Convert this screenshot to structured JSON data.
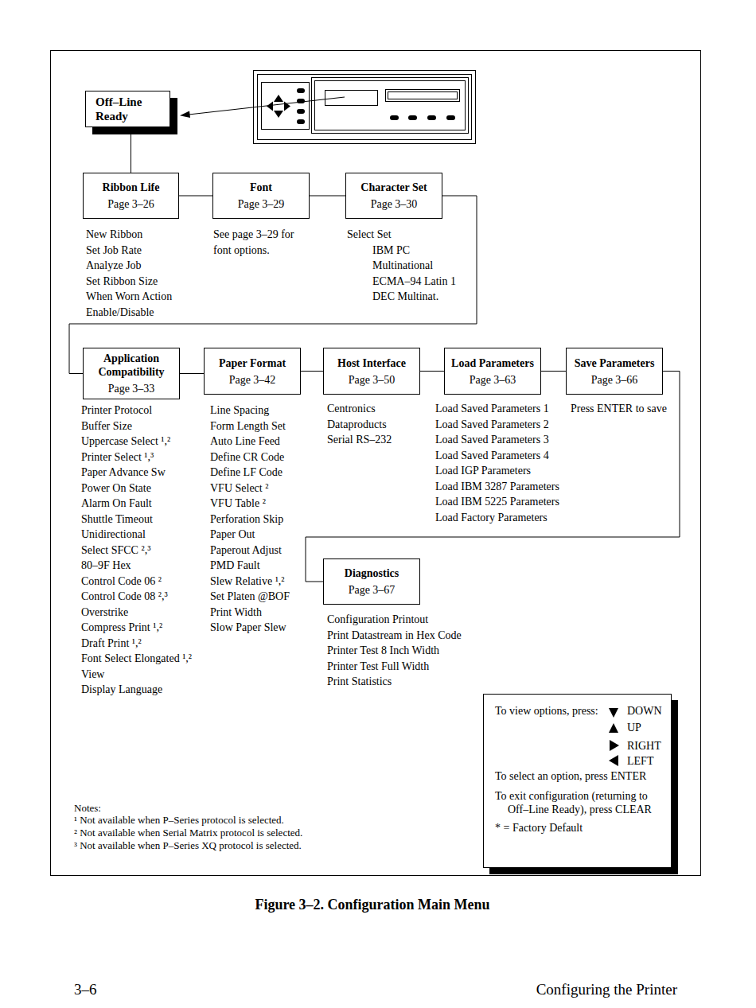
{
  "diagram": {
    "caption": "Figure 3–2. Configuration Main Menu",
    "nodes": [
      {
        "text": [
          "Off–Line Ready"
        ]
      },
      {
        "text": [
          "Ribbon Life",
          "Page 3–26"
        ]
      },
      {
        "text": [
          "Font",
          "Page 3–29"
        ]
      },
      {
        "text": [
          "Character Set",
          "Page 3–30"
        ]
      },
      {
        "text": [
          "Application Compatibility",
          "Page 3–33"
        ]
      },
      {
        "text": [
          "Paper Format",
          "Page 3–42"
        ]
      },
      {
        "text": [
          "Host Interface",
          "Page 3–50"
        ]
      },
      {
        "text": [
          "Load Parameters",
          "Page 3–63"
        ]
      },
      {
        "text": [
          "Save Parameters",
          "Page 3–66"
        ]
      },
      {
        "text": [
          "Diagnostics",
          "Page 3–67"
        ]
      },
      {
        "text": [
          "To view options, press:",
          "DOWN",
          "UP",
          "RIGHT",
          "LEFT",
          "To select an option, press ENTER",
          "To exit configuration (returning to Off–Line Ready), press CLEAR",
          "* = Factory Default"
        ]
      }
    ],
    "edges": [
      {
        "from": 0,
        "to": 1,
        "arrow": "none"
      },
      {
        "from": 1,
        "to": 2,
        "arrow": "none"
      },
      {
        "from": 2,
        "to": 3,
        "arrow": "none"
      },
      {
        "from": 3,
        "to": 4,
        "arrow": "none"
      },
      {
        "from": 4,
        "to": 5,
        "arrow": "none"
      },
      {
        "from": 5,
        "to": 6,
        "arrow": "none"
      },
      {
        "from": 6,
        "to": 7,
        "arrow": "none"
      },
      {
        "from": 7,
        "to": 8,
        "arrow": "none"
      },
      {
        "from": 8,
        "to": 9,
        "arrow": "none"
      }
    ],
    "labels": [
      "New Ribbon",
      "Set Job Rate",
      "Analyze Job",
      "Set Ribbon Size",
      "When Worn Action",
      "Enable/Disable",
      "See page 3–29 for font options.",
      "Select Set",
      "IBM PC",
      "Multinational",
      "ECMA–94 Latin 1",
      "DEC Multinat.",
      "Printer Protocol",
      "Buffer Size",
      "Uppercase Select ¹,²",
      "Printer Select ¹,³",
      "Paper Advance Sw",
      "Power On State",
      "Alarm On Fault",
      "Shuttle Timeout",
      "Unidirectional",
      "Select SFCC ²,³",
      "80–9F Hex",
      "Control Code 06 ²",
      "Control Code 08 ²,³",
      "Overstrike",
      "Compress Print ¹,²",
      "Draft Print ¹,²",
      "Font Select Elongated ¹,²",
      "View",
      "Display Language",
      "Line Spacing",
      "Form Length Set",
      "Auto Line Feed",
      "Define CR Code",
      "Define LF Code",
      "VFU Select ²",
      "VFU Table ²",
      "Perforation Skip",
      "Paper Out",
      "Paperout Adjust",
      "PMD Fault",
      "Slew Relative ¹,²",
      "Set Platen @BOF",
      "Print Width",
      "Slow Paper Slew",
      "Centronics",
      "Dataproducts",
      "Serial RS–232",
      "Load Saved Parameters 1",
      "Load Saved Parameters 2",
      "Load Saved Parameters 3",
      "Load Saved Parameters 4",
      "Load IGP Parameters",
      "Load IBM 3287 Parameters",
      "Load IBM 5225 Parameters",
      "Load Factory Parameters",
      "Press ENTER to save",
      "Configuration Printout",
      "Print Datastream in Hex Code",
      "Printer Test 8 Inch Width",
      "Printer Test Full Width",
      "Print Statistics",
      "Notes:",
      "¹ Not available when P–Series protocol is selected.",
      "² Not available when Serial Matrix protocol is selected.",
      "³ Not available when P–Series XQ protocol is selected.",
      "3–6",
      "Configuring the Printer"
    ]
  }
}
